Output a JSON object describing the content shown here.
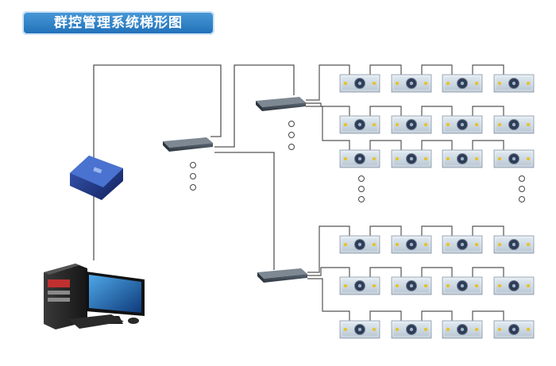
{
  "title": "群控管理系统梯形图",
  "colors": {
    "title_bg": "#2a7cc4",
    "wire": "#555555",
    "ffu_panel": "#c8d4de",
    "ffu_center": "#2f3c55",
    "ffu_led": "#e8c21b",
    "hub": "#3a4652"
  },
  "icons": {
    "computer": "desktop-computer-icon",
    "converter": "usb-converter-icon",
    "hub": "network-hub-icon",
    "fan_unit": "ffu-unit-icon",
    "continuation": "ellipsis-dots-icon"
  },
  "groups": [
    {
      "name": "upper-group",
      "rows": 3,
      "cols": 4
    },
    {
      "name": "lower-group",
      "rows": 3,
      "cols": 4
    }
  ]
}
